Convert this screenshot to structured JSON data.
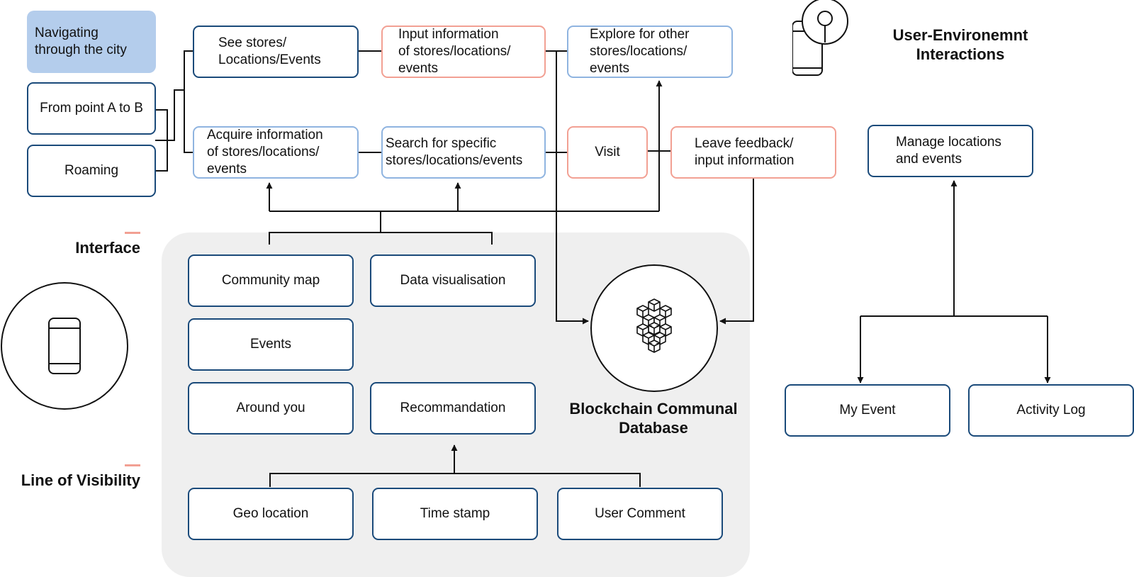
{
  "title": "User-Environemnt\nInteractions",
  "lanes": {
    "interface": "Interface",
    "line_of_visibility": "Line of Visibility"
  },
  "modes": {
    "header": "Navigating\nthrough the city",
    "point_a_to_b": "From point A to B",
    "roaming": "Roaming"
  },
  "journey": {
    "see": "See stores/\nLocations/Events",
    "input_info": "Input information\nof stores/locations/\nevents",
    "explore": "Explore for other\nstores/locations/\nevents",
    "acquire": "Acquire information\nof stores/locations/\nevents",
    "search": "Search for specific\nstores/locations/events",
    "visit": "Visit",
    "feedback": "Leave feedback/\ninput information"
  },
  "manager": {
    "manage": "Manage locations\nand events",
    "my_event": "My Event",
    "activity_log": "Activity Log"
  },
  "interface_components": {
    "community_map": "Community map",
    "data_visualisation": "Data visualisation",
    "events": "Events",
    "around_you": "Around you",
    "recommandation": "Recommandation",
    "geo_location": "Geo location",
    "time_stamp": "Time stamp",
    "user_comment": "User Comment"
  },
  "database": {
    "label": "Blockchain Communal\nDatabase"
  },
  "colors": {
    "dark_border": "#1a4a7a",
    "light_blue_border": "#8fb4e0",
    "salmon_border": "#f2a093",
    "header_fill": "#b4cdec",
    "panel_fill": "#efefef"
  },
  "icons": [
    "phone-icon",
    "location-pin-icon",
    "blockchain-cubes-icon"
  ]
}
